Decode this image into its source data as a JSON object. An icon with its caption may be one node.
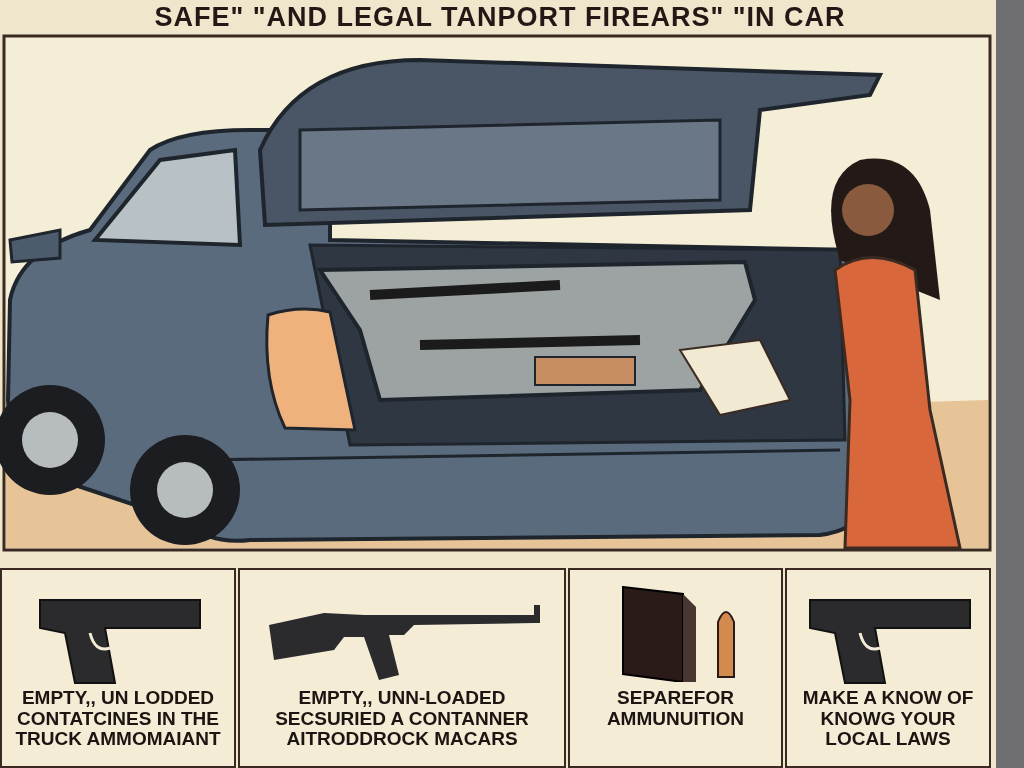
{
  "diagram": {
    "title": "SAFE\" \"AND LEGAL TANPORT FIREARS\" \"IN CAR",
    "nodes": [
      {
        "text": [
          "EMPTY,, UN LODDED CONTATCINES IN THE TRUCK AMMOMAIANT"
        ]
      },
      {
        "text": [
          "EMPTY,, UNN-LOADED SECSURIED A CONTANNER AITRODDROCK MACARS"
        ]
      },
      {
        "text": [
          "SEPAREFOR AMMUNUITION"
        ]
      },
      {
        "text": [
          "MAKE A KNOW OF KNOWG YOUR LOCAL LAWS"
        ]
      }
    ]
  }
}
